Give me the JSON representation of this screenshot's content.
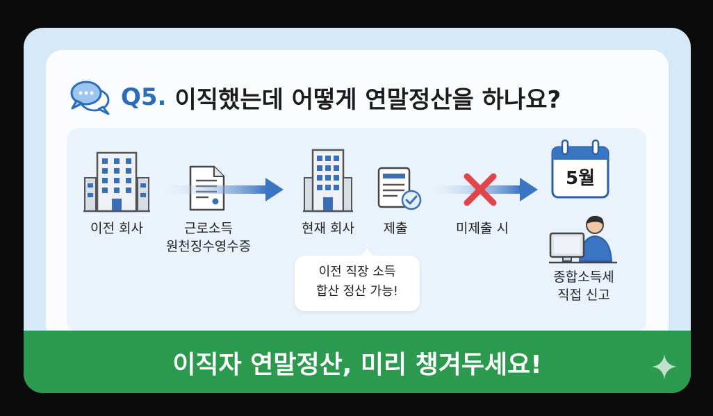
{
  "title": {
    "prefix": "Q5.",
    "question": "이직했는데 어떻게 연말정산을 하나요?"
  },
  "flow": {
    "previous_company": "이전 회사",
    "document_line1": "근로소득",
    "document_line2": "원천징수영수증",
    "current_company": "현재 회사",
    "submit": "제출",
    "not_submitted": "미제출 시",
    "calendar_month": "5월",
    "filing_line1": "종합소득세",
    "filing_line2": "직접 신고"
  },
  "note": {
    "line1": "이전 직장 소득",
    "line2": "합산 정산 가능!"
  },
  "banner": {
    "text": "이직자 연말정산, 미리 챙겨두세요!"
  },
  "colors": {
    "accent_blue": "#2a6db8",
    "banner_green": "#2c9a4e",
    "cross_red": "#e0454a"
  },
  "icons": [
    "chat-bubbles-icon",
    "building-icon",
    "document-icon",
    "arrow-right-icon",
    "checklist-icon",
    "cross-icon",
    "calendar-icon",
    "person-at-computer-icon",
    "sparkle-icon"
  ]
}
